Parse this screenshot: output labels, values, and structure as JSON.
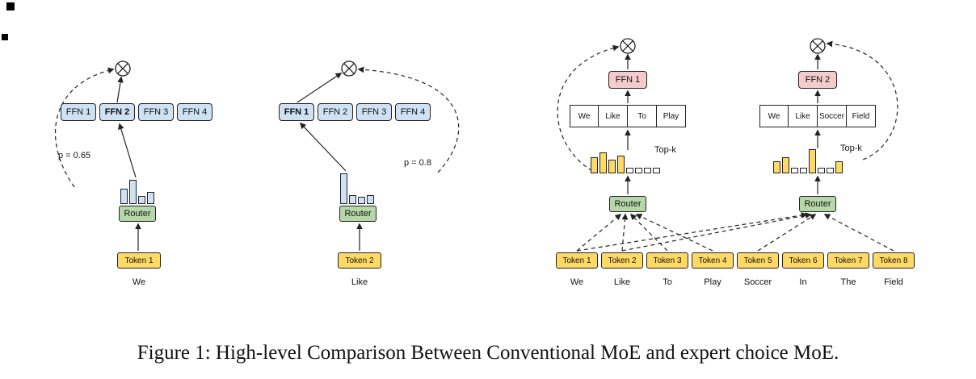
{
  "caption": "Figure 1: High-level Comparison Between Conventional MoE and expert choice MoE.",
  "colors": {
    "ffn_blue": "#cfe2f3",
    "ffn_pink": "#f4cccc",
    "router_green": "#b6d7a8",
    "token_yellow": "#ffd966"
  },
  "conventional": {
    "panels": [
      {
        "ffns": [
          "FFN 1",
          "FFN 2",
          "FFN 3",
          "FFN 4"
        ],
        "selected_ffn": "FFN 2",
        "p_label": "p = 0.65",
        "router_label": "Router",
        "token_label": "Token 1",
        "word": "We",
        "bars": [
          0.62,
          1.0,
          0.33,
          0.5
        ]
      },
      {
        "ffns": [
          "FFN 1",
          "FFN 2",
          "FFN 3",
          "FFN 4"
        ],
        "selected_ffn": "FFN 1",
        "p_label": "p = 0.8",
        "router_label": "Router",
        "token_label": "Token 2",
        "word": "Like",
        "bars": [
          1.0,
          0.29,
          0.24,
          0.29
        ]
      }
    ]
  },
  "expert_choice": {
    "experts": [
      {
        "ffn_label": "FFN 1",
        "router_label": "Router",
        "topk_label": "Top-k",
        "words": [
          "We",
          "Like",
          "To",
          "Play"
        ],
        "bars": [
          {
            "h": 0.77,
            "filled": true
          },
          {
            "h": 1.0,
            "filled": true
          },
          {
            "h": 0.65,
            "filled": true
          },
          {
            "h": 0.85,
            "filled": true
          },
          {
            "h": 0.27,
            "filled": false
          },
          {
            "h": 0.27,
            "filled": false
          },
          {
            "h": 0.27,
            "filled": false
          },
          {
            "h": 0.27,
            "filled": false
          }
        ]
      },
      {
        "ffn_label": "FFN 2",
        "router_label": "Router",
        "topk_label": "Top-k",
        "words": [
          "We",
          "Like",
          "Soccer",
          "Field"
        ],
        "bars": [
          {
            "h": 0.5,
            "filled": true
          },
          {
            "h": 0.67,
            "filled": true
          },
          {
            "h": 0.23,
            "filled": false
          },
          {
            "h": 0.23,
            "filled": false
          },
          {
            "h": 1.0,
            "filled": true
          },
          {
            "h": 0.23,
            "filled": false
          },
          {
            "h": 0.23,
            "filled": false
          },
          {
            "h": 0.5,
            "filled": true
          }
        ]
      }
    ],
    "tokens": [
      {
        "label": "Token 1",
        "word": "We"
      },
      {
        "label": "Token 2",
        "word": "Like"
      },
      {
        "label": "Token 3",
        "word": "To"
      },
      {
        "label": "Token 4",
        "word": "Play"
      },
      {
        "label": "Token 5",
        "word": "Soccer"
      },
      {
        "label": "Token 6",
        "word": "In"
      },
      {
        "label": "Token 7",
        "word": "The"
      },
      {
        "label": "Token 8",
        "word": "Field"
      }
    ]
  }
}
